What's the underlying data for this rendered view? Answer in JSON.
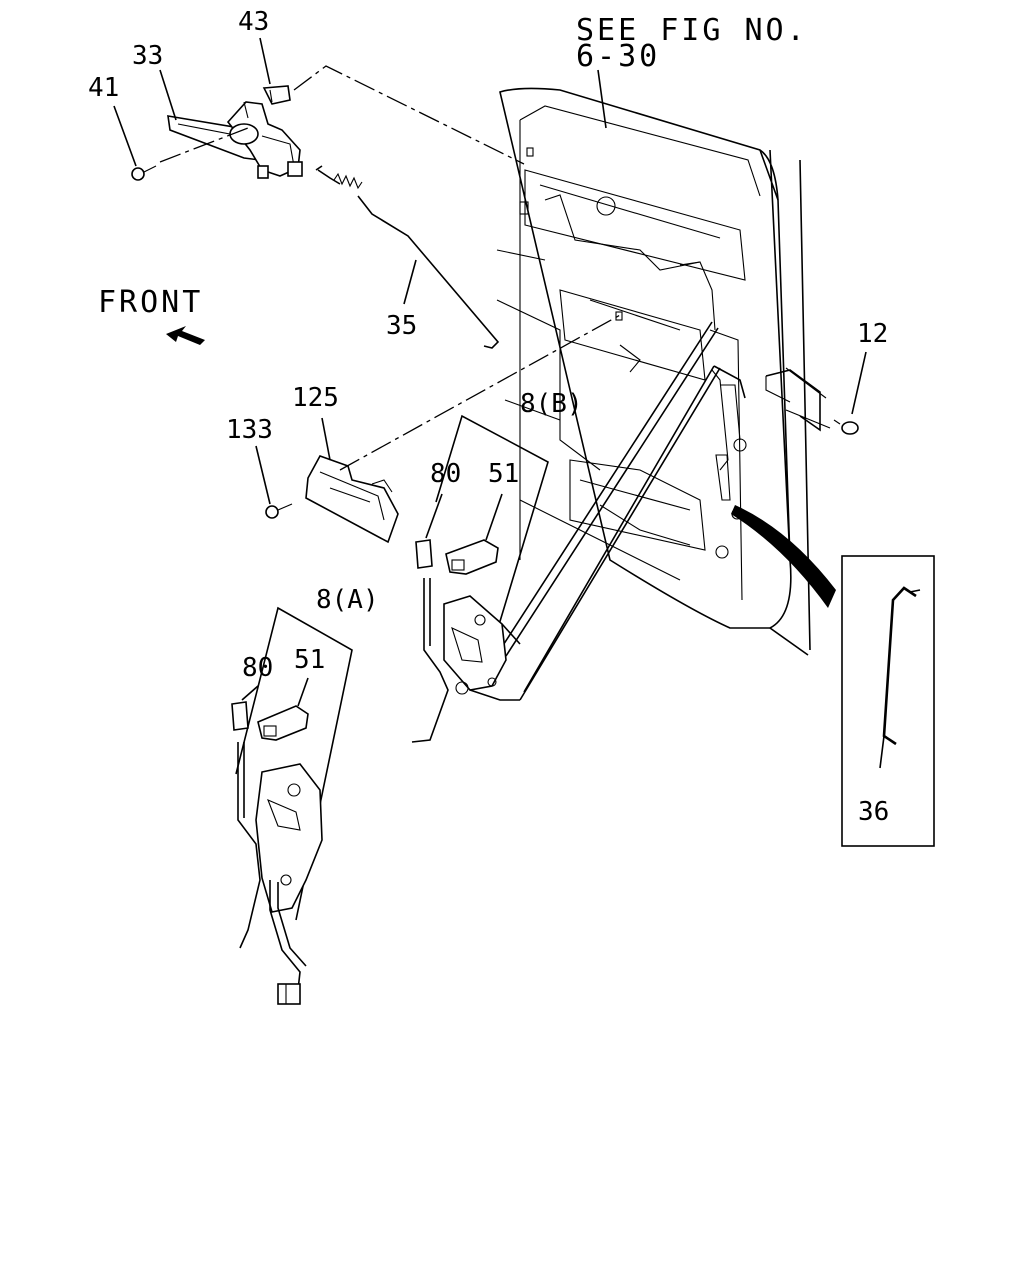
{
  "header": {
    "line1": "SEE FIG NO.",
    "line2": "6-30"
  },
  "direction_label": "FRONT",
  "callouts": {
    "c43": "43",
    "c33": "33",
    "c41": "41",
    "c35": "35",
    "c12": "12",
    "c125": "125",
    "c133": "133",
    "c8b": "8(B)",
    "c80b": "80",
    "c51b": "51",
    "c8a": "8(A)",
    "c80a": "80",
    "c51a": "51",
    "c36": "36"
  },
  "icons": {
    "front_arrow": "arrow-up-left-icon"
  }
}
